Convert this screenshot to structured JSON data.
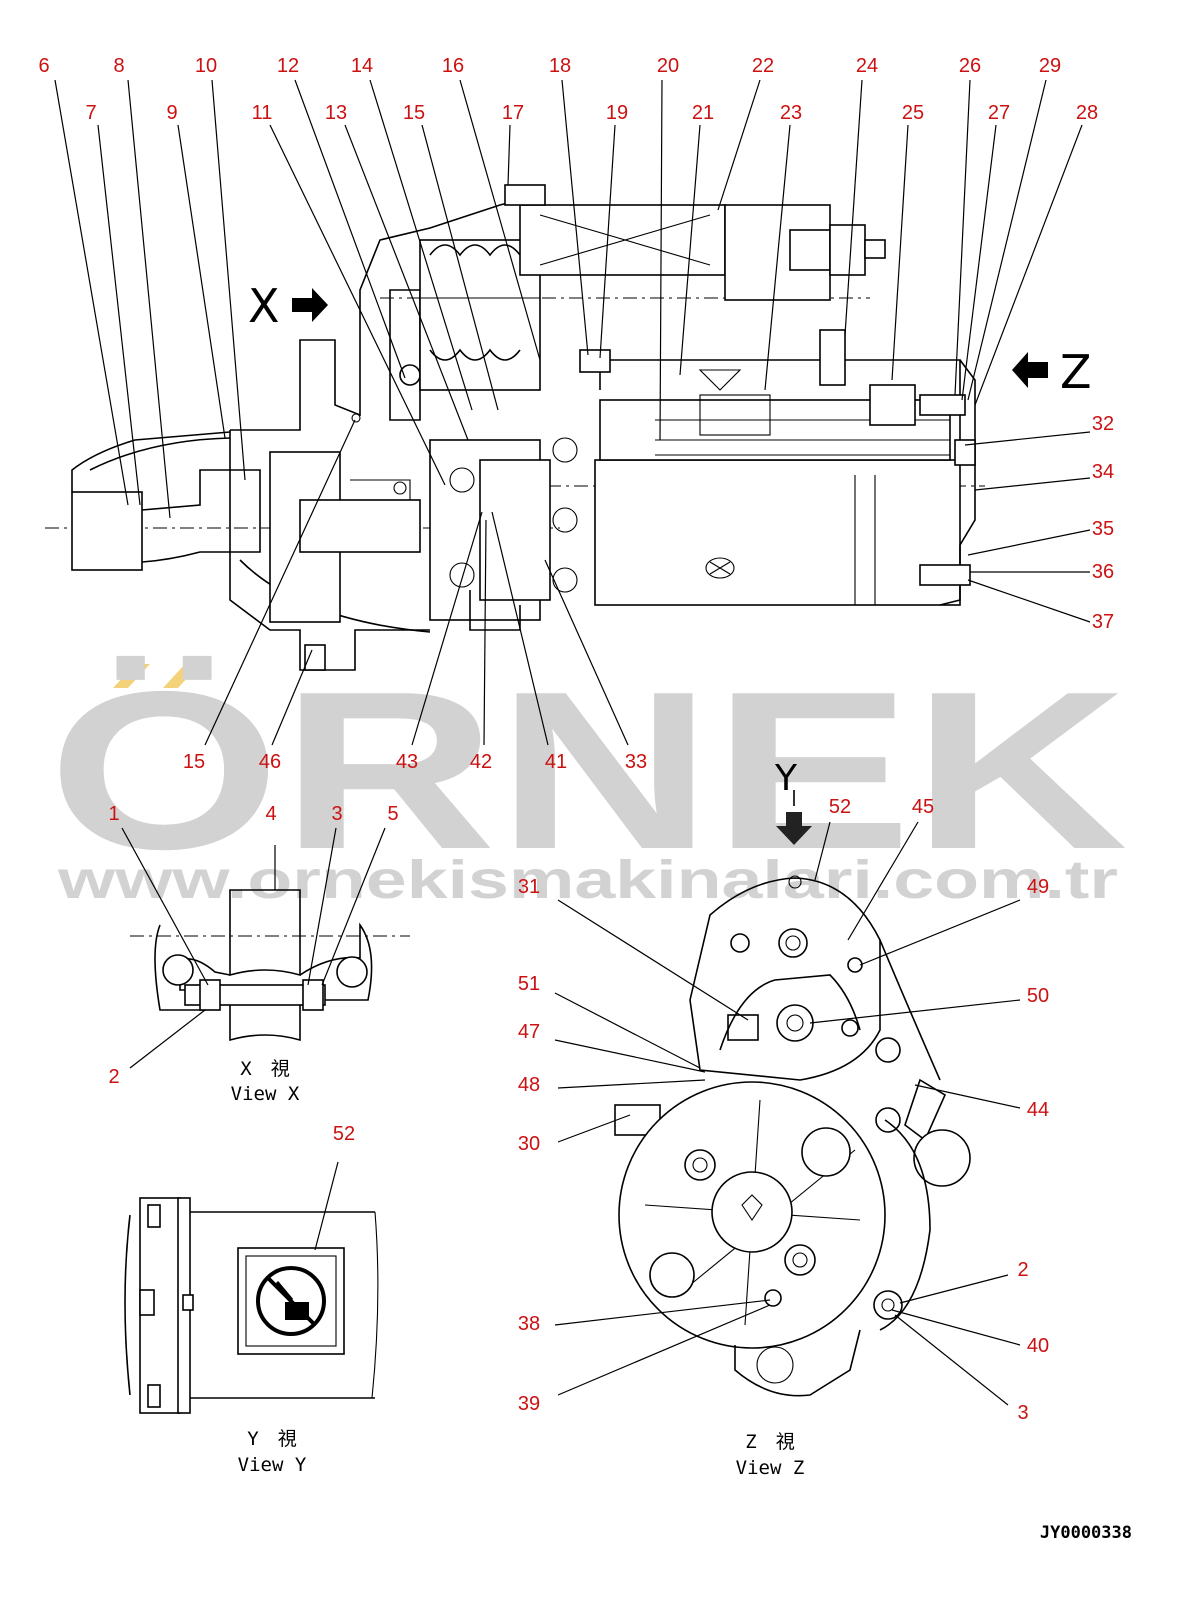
{
  "drawing": {
    "code": "JY0000338",
    "colors": {
      "callout": "#cc1111",
      "line": "#000000",
      "watermark": "#d2d2d2",
      "accent": "#f3d27a"
    }
  },
  "watermark": {
    "brand": "ÖRNEK",
    "url": "www.ornekismakinalari.com.tr"
  },
  "view_markers": {
    "x_letter": "X",
    "z_letter": "Z",
    "y_letter": "Y"
  },
  "views": {
    "x": {
      "jp": "X　視",
      "en": "View X"
    },
    "y": {
      "jp": "Y　視",
      "en": "View Y"
    },
    "z": {
      "jp": "Z　視",
      "en": "View Z"
    }
  },
  "callouts": {
    "main_top_row1": [
      "6",
      "8",
      "10",
      "12",
      "14",
      "16",
      "18",
      "20",
      "22",
      "24",
      "26",
      "29"
    ],
    "main_top_row2": [
      "7",
      "9",
      "11",
      "13",
      "15",
      "17",
      "19",
      "21",
      "23",
      "25",
      "27",
      "28"
    ],
    "main_right": [
      "32",
      "34",
      "35",
      "36",
      "37"
    ],
    "main_bottom": [
      "15",
      "46",
      "43",
      "42",
      "41",
      "33"
    ],
    "view_x": [
      "1",
      "4",
      "3",
      "5",
      "2"
    ],
    "view_y": [
      "52"
    ],
    "view_z": [
      "52",
      "45",
      "31",
      "49",
      "51",
      "50",
      "47",
      "48",
      "44",
      "30",
      "2",
      "38",
      "40",
      "39",
      "3"
    ]
  }
}
